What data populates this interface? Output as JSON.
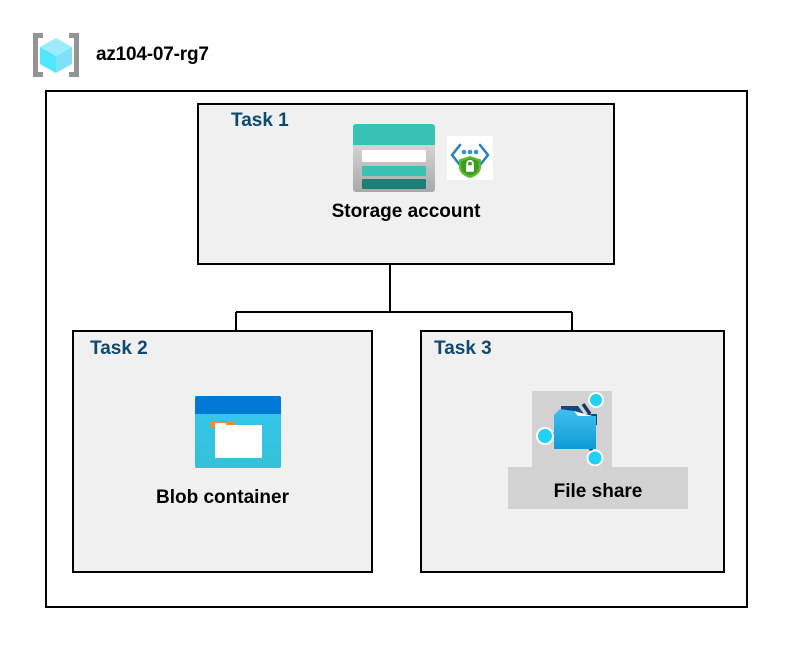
{
  "header": {
    "icon": "resource-group-icon",
    "title": "az104-07-rg7"
  },
  "boundary": {
    "name": "resource-group-boundary"
  },
  "tasks": [
    {
      "label": "Task 1",
      "node_label": "Storage account",
      "icons": [
        "storage-account-icon",
        "secure-endpoint-icon"
      ]
    },
    {
      "label": "Task 2",
      "node_label": "Blob container",
      "icons": [
        "blob-container-icon"
      ]
    },
    {
      "label": "Task 3",
      "node_label": "File share",
      "icons": [
        "file-share-icon"
      ]
    }
  ],
  "colors": {
    "task_label": "#11496e",
    "box_fill": "#f0f0f0",
    "box_border": "#000000",
    "highlight_plate": "#d2d2d2",
    "storage_teal": "#37c2b4",
    "storage_teal_dark": "#1e7f77",
    "blob_blue": "#0078d4",
    "blob_cyan": "#32c8e8",
    "blob_orange": "#f7882f",
    "fileshare_blue": "#32b0e7",
    "fileshare_navy": "#0f3e6e",
    "node_cyan": "#1fd2f3",
    "shield_green": "#5ab933",
    "rg_cube_cyan": "#50e6ff",
    "rg_bracket_gray": "#949494"
  }
}
